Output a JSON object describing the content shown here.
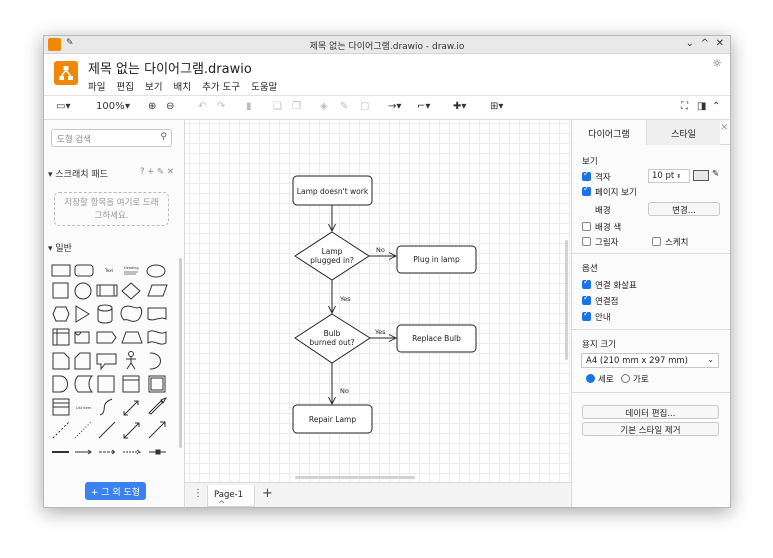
{
  "window": {
    "title": "제목 없는 다이어그램.drawio - draw.io",
    "controls": [
      "⌄",
      "^",
      "✕"
    ]
  },
  "header": {
    "doc_title": "제목 없는 다이어그램.drawio",
    "menu": [
      "파일",
      "편집",
      "보기",
      "배치",
      "추가 도구",
      "도움말"
    ]
  },
  "toolbar": {
    "zoom": "100%"
  },
  "sidebar": {
    "search_placeholder": "도형 검색",
    "scratchpad_title": "스크래치 패드",
    "scratchpad_tools": "? + ✎ ✕",
    "scratchpad_hint": "저장할 항목을 여기로 드래그하세요.",
    "general_title": "일반",
    "shape_text_label": "Text",
    "shape_heading_label": "Heading",
    "shape_list_label": "List Item",
    "more_shapes": "+ 그 외 도형"
  },
  "diagram": {
    "nodes": {
      "lamp_doesnt_work": "Lamp doesn't work",
      "lamp_plugged_1": "Lamp",
      "lamp_plugged_2": "plugged in?",
      "plug_in_lamp": "Plug in lamp",
      "bulb_burned_1": "Bulb",
      "bulb_burned_2": "burned out?",
      "replace_bulb": "Replace Bulb",
      "repair_lamp": "Repair Lamp"
    },
    "edges": {
      "no_1": "No",
      "yes_1": "Yes",
      "yes_2": "Yes",
      "no_2": "No"
    }
  },
  "pages": {
    "current": "Page-1",
    "tab_caret": "^",
    "add": "+"
  },
  "right_panel": {
    "tabs": {
      "diagram": "다이어그램",
      "style": "스타일"
    },
    "view": {
      "title": "보기",
      "grid": "격자",
      "grid_size": "10 pt",
      "page_view": "페이지 보기",
      "background": "배경",
      "change_button": "변경...",
      "background_color": "배경 색",
      "shadow": "그림자",
      "sketch": "스케치"
    },
    "options": {
      "title": "옵션",
      "connection_arrows": "연결 화살표",
      "connection_points": "연결점",
      "guides": "안내"
    },
    "paper": {
      "title": "용지 크기",
      "size": "A4 (210 mm x 297 mm)",
      "portrait": "세로",
      "landscape": "가로"
    },
    "edit_data": "데이터 편집...",
    "clear_default_style": "기본 스타일 제거"
  },
  "colors": {
    "accent": "#1a73e8",
    "brand": "#f08705",
    "button_blue": "#3b82ee"
  }
}
